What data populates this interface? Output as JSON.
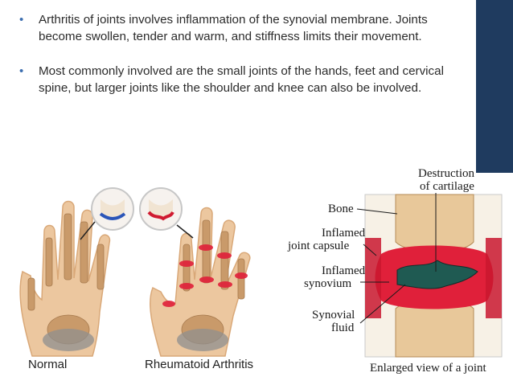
{
  "bullets": [
    "Arthritis of joints involves inflammation of the synovial membrane. Joints become swollen, tender and warm, and stiffness limits their movement.",
    "Most commonly involved are the small joints of the hands, feet and cervical spine, but larger joints like the shoulder and knee can also be involved."
  ],
  "hands_figure": {
    "normal_label": "Normal",
    "ra_label": "Rheumatoid Arthritis"
  },
  "joint_figure": {
    "destruction_label_1": "Destruction",
    "destruction_label_2": "of cartilage",
    "bone": "Bone",
    "capsule_1": "Inflamed",
    "capsule_2": "joint capsule",
    "synovium_1": "Inflamed",
    "synovium_2": "synovium",
    "fluid_1": "Synovial",
    "fluid_2": "fluid",
    "caption": "Enlarged view of a joint"
  },
  "colors": {
    "accent_bar": "#1f3b5f",
    "bullet_dot": "#3d6fb0",
    "inflamed": "#e0203a",
    "fluid": "#1f5a52",
    "bone": "#e8c89a"
  }
}
